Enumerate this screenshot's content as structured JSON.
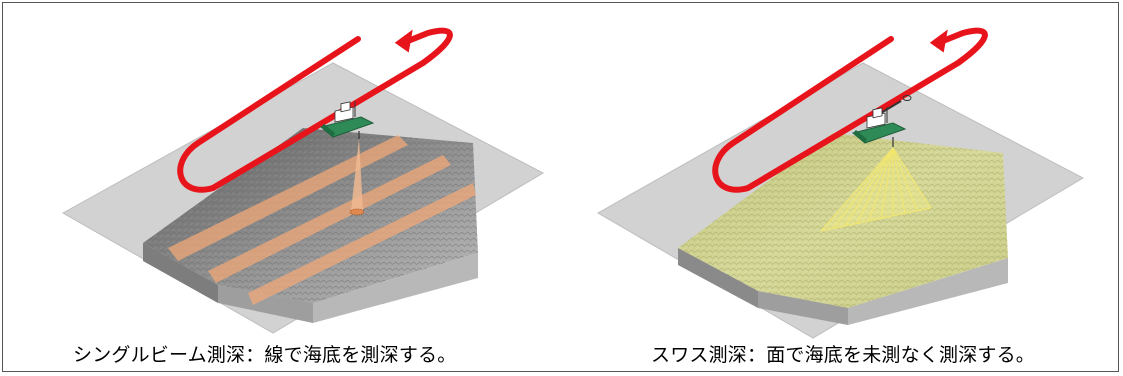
{
  "panels": [
    {
      "id": "single-beam",
      "caption": "シングルビーム測深：線で海底を測深する。",
      "colors": {
        "track": "#e8141c",
        "swath": "#f0a878",
        "ship_hull": "#2e8b57"
      }
    },
    {
      "id": "swath",
      "caption": "スワス測深：面で海底を未測なく測深する。",
      "colors": {
        "track": "#e8141c",
        "swath": "#d8dc96",
        "beam": "#f5f08a",
        "ship_hull": "#2e8b57"
      }
    }
  ]
}
